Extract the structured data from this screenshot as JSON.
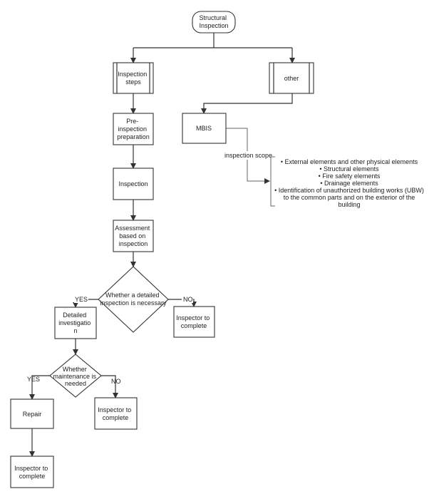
{
  "nodes": {
    "structural_inspection": [
      "Structural",
      "Inspection"
    ],
    "inspection_steps": [
      "Inspection",
      "steps"
    ],
    "other": [
      "other"
    ],
    "pre_inspection": [
      "Pre-",
      "inspection",
      "preparation"
    ],
    "mbis": [
      "MBIS"
    ],
    "inspection": [
      "Inspection"
    ],
    "assessment": [
      "Assessment",
      "based on",
      "inspection"
    ],
    "decision_detailed": [
      "Whether a detailed",
      "inspection is necessary"
    ],
    "inspector_complete_1": [
      "Inspector to",
      "complete"
    ],
    "detailed_investigation": [
      "Detailed",
      "investigatio",
      "n"
    ],
    "decision_maintenance": [
      "Whether",
      "maintenance is",
      "needed"
    ],
    "repair": [
      "Repair"
    ],
    "inspector_complete_2": [
      "Inspector to",
      "complete"
    ],
    "inspector_complete_3": [
      "Inspector to",
      "complete"
    ]
  },
  "edge_labels": {
    "yes_1": "YES",
    "no_1": "NO",
    "yes_2": "YES",
    "no_2": "NO",
    "inspection_scope": "inspection scope"
  },
  "scope_items": [
    "• External elements and other physical elements",
    "• Structural elements",
    "• Fire safety elements",
    "• Drainage elements",
    "• Identification of unauthorized building works (UBW)",
    "to the common parts and on the exterior of the",
    "building"
  ],
  "colors": {
    "line": "#333333",
    "text": "#222222",
    "bracket": "#666666"
  }
}
